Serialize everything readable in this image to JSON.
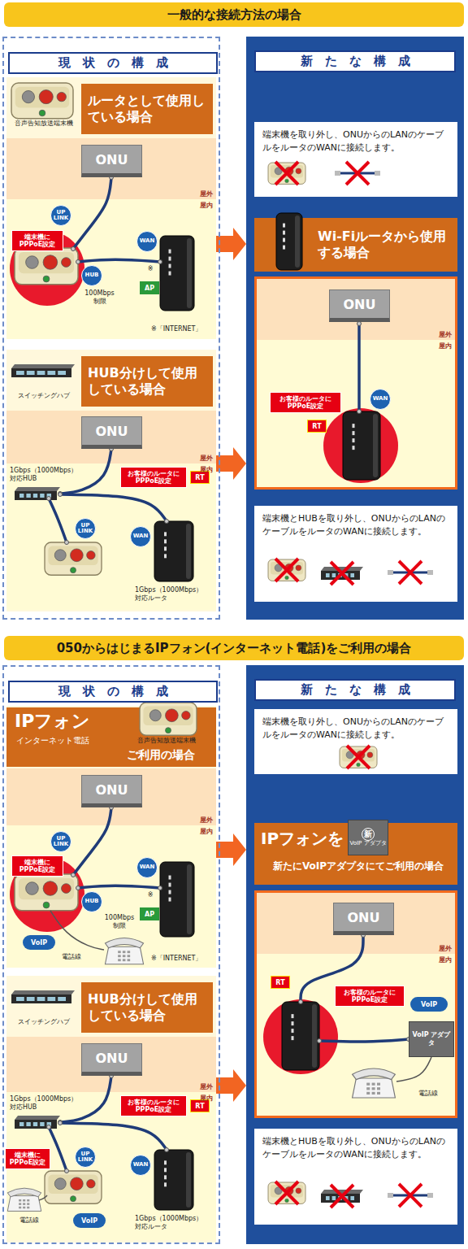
{
  "diagram": {
    "nodes": [
      {
        "text": [
          "一般的な接続方法の場合"
        ]
      },
      {
        "text": [
          "現　状　の　構　成"
        ]
      },
      {
        "text": [
          "ルータとして使用している場合"
        ],
        "in": 1
      },
      {
        "text": [
          "屋外"
        ],
        "in": 2
      },
      {
        "text": [
          "ONU"
        ],
        "in": 3
      },
      {
        "text": [
          "屋内"
        ],
        "in": 2
      },
      {
        "text": [
          "端末機に PPPoE設定"
        ],
        "in": 5
      },
      {
        "text": [
          "UP LINK"
        ],
        "in": 5
      },
      {
        "text": [
          "HUB"
        ],
        "in": 5
      },
      {
        "text": [
          "WAN"
        ],
        "in": 5
      },
      {
        "text": [
          "AP"
        ],
        "in": 5
      },
      {
        "text": [
          "HUB分けして使用している場合"
        ],
        "in": 1
      },
      {
        "text": [
          "屋外"
        ],
        "in": 11
      },
      {
        "text": [
          "ONU"
        ],
        "in": 12
      },
      {
        "text": [
          "屋内"
        ],
        "in": 11
      },
      {
        "text": [
          "お客様のルータに PPPoE設定"
        ],
        "in": 14
      },
      {
        "text": [
          "RT"
        ],
        "in": 14
      },
      {
        "text": [
          "UP LINK"
        ],
        "in": 14
      },
      {
        "text": [
          "WAN"
        ],
        "in": 14
      },
      {
        "text": [
          "新　た　な　構　成"
        ]
      },
      {
        "text": [
          "端末機を取り外し、ONUからのLANのケーブルをルータのWANに接続します。"
        ],
        "in": 19
      },
      {
        "text": [
          "Wi-Fiルータから使用する場合"
        ],
        "in": 19
      },
      {
        "text": [
          "屋外"
        ],
        "in": 21
      },
      {
        "text": [
          "ONU"
        ],
        "in": 22
      },
      {
        "text": [
          "屋内"
        ],
        "in": 21
      },
      {
        "text": [
          "お客様のルータに PPPoE設定"
        ],
        "in": 24
      },
      {
        "text": [
          "RT"
        ],
        "in": 24
      },
      {
        "text": [
          "WAN"
        ],
        "in": 24
      },
      {
        "text": [
          "端末機とHUBを取り外し、ONUからのLANのケーブルをルータのWANに接続します。"
        ],
        "in": 19
      },
      {
        "text": [
          "050からはじまるIPフォン(インターネット電話)をご利用の場合"
        ]
      },
      {
        "text": [
          "現　状　の　構　成"
        ]
      },
      {
        "text": [
          "IPフォン",
          "インターネット電話",
          "ご利用の場合"
        ],
        "in": 30
      },
      {
        "text": [
          "屋外"
        ],
        "in": 31
      },
      {
        "text": [
          "ONU"
        ],
        "in": 32
      },
      {
        "text": [
          "屋内"
        ],
        "in": 31
      },
      {
        "text": [
          "端末機に PPPoE設定"
        ],
        "in": 34
      },
      {
        "text": [
          "UP LINK"
        ],
        "in": 34
      },
      {
        "text": [
          "HUB"
        ],
        "in": 34
      },
      {
        "text": [
          "WAN"
        ],
        "in": 34
      },
      {
        "text": [
          "AP"
        ],
        "in": 34
      },
      {
        "text": [
          "VoIP"
        ],
        "in": 34
      },
      {
        "text": [
          "HUB分けして使用している場合"
        ],
        "in": 30
      },
      {
        "text": [
          "屋外"
        ],
        "in": 41
      },
      {
        "text": [
          "ONU"
        ],
        "in": 42
      },
      {
        "text": [
          "屋内"
        ],
        "in": 41
      },
      {
        "text": [
          "お客様のルータに PPPoE設定"
        ],
        "in": 44
      },
      {
        "text": [
          "RT"
        ],
        "in": 44
      },
      {
        "text": [
          "端末機に PPPoE設定"
        ],
        "in": 44
      },
      {
        "text": [
          "UP LINK"
        ],
        "in": 44
      },
      {
        "text": [
          "WAN"
        ],
        "in": 44
      },
      {
        "text": [
          "VoIP"
        ],
        "in": 44
      },
      {
        "text": [
          "新　た　な　構　成"
        ]
      },
      {
        "text": [
          "端末機を取り外し、ONUからのLANのケーブルをルータのWANに接続します。"
        ],
        "in": 51
      },
      {
        "text": [
          "IPフォンを",
          "新たにVoIPアダプタにてご利用の場合"
        ],
        "in": 51
      },
      {
        "text": [
          "新",
          "VoIP アダプタ"
        ],
        "in": 53
      },
      {
        "text": [
          "屋外"
        ],
        "in": 53
      },
      {
        "text": [
          "ONU"
        ],
        "in": 55
      },
      {
        "text": [
          "屋内"
        ],
        "in": 53
      },
      {
        "text": [
          "RT"
        ],
        "in": 57
      },
      {
        "text": [
          "お客様のルータに PPPoE設定"
        ],
        "in": 57
      },
      {
        "text": [
          "VoIP"
        ],
        "in": 57
      },
      {
        "text": [
          "VoIP アダプタ"
        ],
        "in": 57
      },
      {
        "text": [
          "端末機とHUBを取り外し、ONUからのLANのケーブルをルータのWANに接続します。"
        ],
        "in": 51
      }
    ],
    "edges": [
      {
        "from": 2,
        "to": 19,
        "arrow": "to"
      },
      {
        "from": 11,
        "to": 19,
        "arrow": "to"
      },
      {
        "from": 31,
        "to": 51,
        "arrow": "to"
      },
      {
        "from": 41,
        "to": 51,
        "arrow": "to"
      }
    ],
    "labels": [
      "音声告知放送端末機",
      "100Mbps 制限",
      "※",
      "※「INTERNET」",
      "スイッチングハブ",
      "1Gbps（1000Mbps） 対応HUB",
      "1Gbps（1000Mbps） 対応ルータ",
      "音声告知放送端末機",
      "100Mbps 制限",
      "※",
      "電話線",
      "※「INTERNET」",
      "スイッチングハブ",
      "1Gbps（1000Mbps） 対応HUB",
      "電話線",
      "1Gbps（1000Mbps） 対応ルータ",
      "電話線"
    ]
  }
}
